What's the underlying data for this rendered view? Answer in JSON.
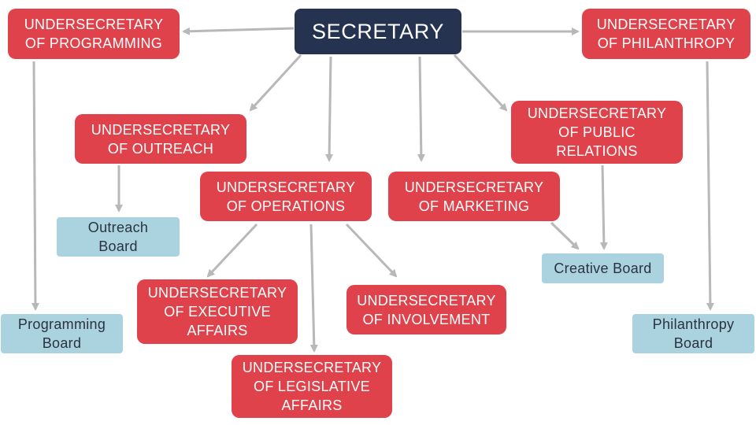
{
  "top": {
    "secretary": "SECRETARY"
  },
  "undersecretaries": {
    "programming": "UNDERSECRETARY\nOF PROGRAMMING",
    "philanthropy": "UNDERSECRETARY\nOF PHILANTHROPY",
    "outreach": "UNDERSECRETARY\nOF OUTREACH",
    "public_relations": "UNDERSECRETARY\nOF PUBLIC\nRELATIONS",
    "operations": "UNDERSECRETARY\nOF OPERATIONS",
    "marketing": "UNDERSECRETARY\nOF MARKETING",
    "executive_affairs": "UNDERSECRETARY\nOF EXECUTIVE\nAFFAIRS",
    "involvement": "UNDERSECRETARY\nOF INVOLVEMENT",
    "legislative_affairs": "UNDERSECRETARY\nOF LEGISLATIVE\nAFFAIRS"
  },
  "boards": {
    "outreach": "Outreach\nBoard",
    "creative": "Creative Board",
    "programming": "Programming\nBoard",
    "philanthropy": "Philanthropy\nBoard"
  },
  "colors": {
    "secretary_fill": "#253350",
    "undersecretary_fill": "#df424a",
    "board_fill": "#abd3df",
    "connector": "#b8b8b8"
  }
}
